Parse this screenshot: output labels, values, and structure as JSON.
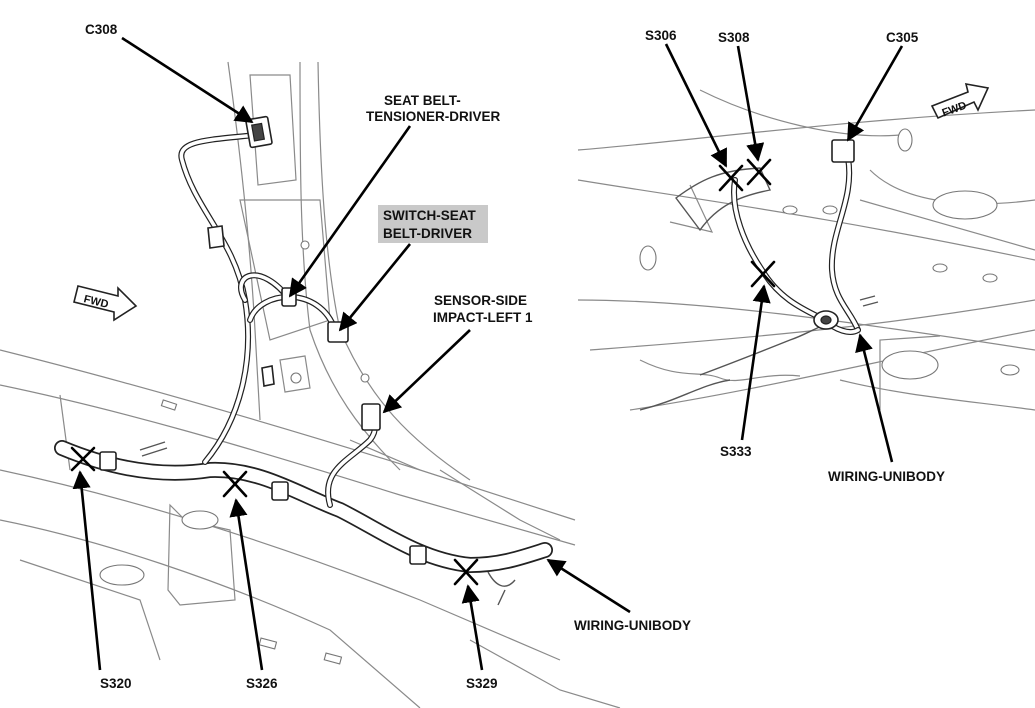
{
  "left_view": {
    "fwd_indicator": "FWD",
    "callouts": {
      "c308": "C308",
      "seat_belt_tensioner_line1": "SEAT BELT-",
      "seat_belt_tensioner_line2": "TENSIONER-DRIVER",
      "switch_seat_belt_line1": "SWITCH-SEAT",
      "switch_seat_belt_line2": "BELT-DRIVER",
      "sensor_side_impact_line1": "SENSOR-SIDE",
      "sensor_side_impact_line2": "IMPACT-LEFT 1",
      "wiring_unibody": "WIRING-UNIBODY",
      "s320": "S320",
      "s326": "S326",
      "s329": "S329"
    }
  },
  "right_view": {
    "fwd_indicator": "FWD",
    "callouts": {
      "s306": "S306",
      "s308": "S308",
      "c305": "C305",
      "s333": "S333",
      "wiring_unibody": "WIRING-UNIBODY"
    }
  },
  "colors": {
    "line": "#222222",
    "highlight": "#c9c9c9"
  }
}
